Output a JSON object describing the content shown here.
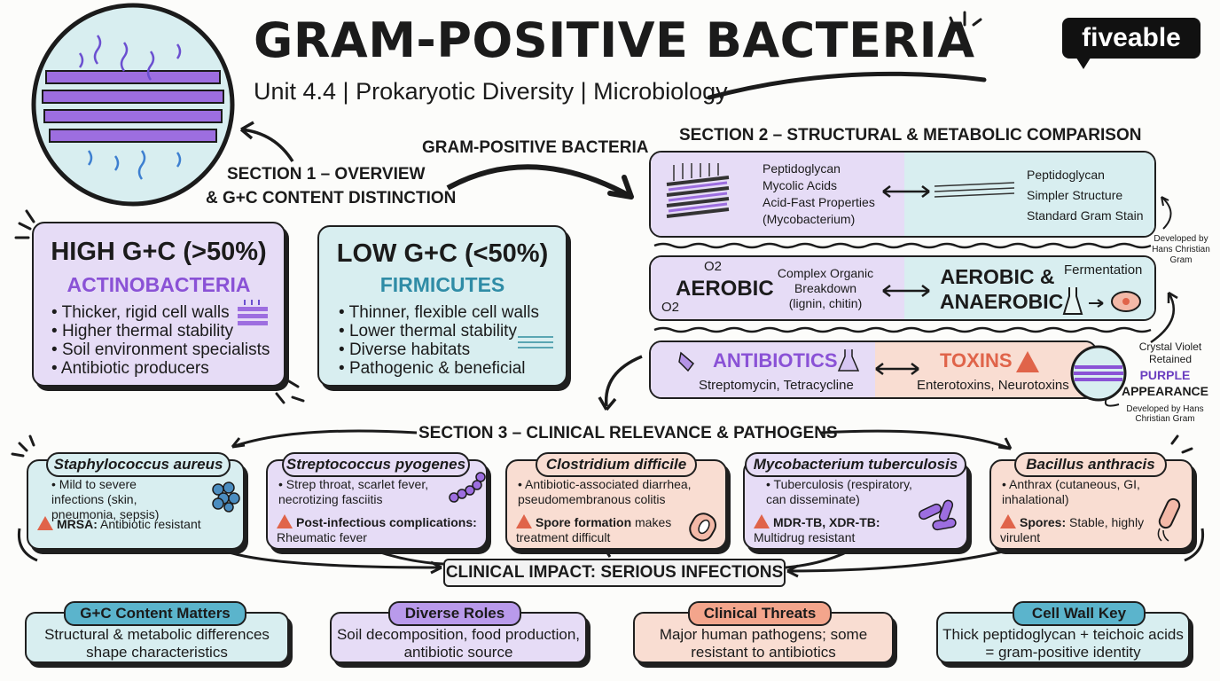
{
  "header": {
    "title": "GRAM-POSITIVE BACTERIA",
    "subtitle": "Unit 4.4 | Prokaryotic Diversity | Microbiology",
    "logo": "fiveable"
  },
  "section1": {
    "title_line1": "SECTION 1 – OVERVIEW",
    "title_line2": "& G+C CONTENT DISTINCTION",
    "arrow_label": "GRAM-POSITIVE BACTERIA",
    "high": {
      "heading": "HIGH G+C (>50%)",
      "group": "ACTINOBACTERIA",
      "items": [
        "Thicker, rigid cell walls",
        "Higher thermal stability",
        "Soil environment specialists",
        "Antibiotic producers"
      ]
    },
    "low": {
      "heading": "LOW G+C (<50%)",
      "group": "FIRMICUTES",
      "items": [
        "Thinner, flexible cell walls",
        "Lower thermal stability",
        "Diverse habitats",
        "Pathogenic & beneficial"
      ]
    }
  },
  "section2": {
    "title": "SECTION 2 – STRUCTURAL & METABOLIC COMPARISON",
    "row1": {
      "left_labels": [
        "Peptidoglycan",
        "Mycolic Acids",
        "Acid-Fast Properties",
        "(Mycobacterium)"
      ],
      "right_labels": [
        "Peptidoglycan",
        "Simpler Structure",
        "Standard Gram Stain"
      ],
      "note": "Developed by Hans Christian Gram"
    },
    "row2": {
      "left_big": "AEROBIC",
      "o2_top": "O2",
      "o2_bottom": "O2",
      "middle": [
        "Complex Organic",
        "Breakdown",
        "(lignin, chitin)"
      ],
      "right_big_1": "AEROBIC &",
      "right_big_2": "ANAEROBIC",
      "right_label": "Fermentation"
    },
    "row3": {
      "left_big": "ANTIBIOTICS",
      "left_sub": "Streptomycin, Tetracycline",
      "right_big": "TOXINS",
      "right_sub": "Enterotoxins, Neurotoxins",
      "stain_label_1": "Crystal Violet",
      "stain_label_2": "Retained",
      "appearance_1": "PURPLE",
      "appearance_2": "APPEARANCE",
      "note": "Developed by Hans Christian Gram"
    }
  },
  "section3": {
    "title": "SECTION 3 – CLINICAL RELEVANCE & PATHOGENS",
    "impact": "CLINICAL IMPACT: SERIOUS INFECTIONS",
    "cards": [
      {
        "name": "Staphylococcus aureus",
        "bullet": "Mild to severe infections (skin, pneumonia, sepsis)",
        "warn_bold": "MRSA:",
        "warn_text": " Antibiotic resistant"
      },
      {
        "name": "Streptococcus pyogenes",
        "bullet": "Strep throat, scarlet fever, necrotizing fasciitis",
        "warn_bold": "Post-infectious complications:",
        "warn_text": " Rheumatic fever"
      },
      {
        "name": "Clostridium difficile",
        "bullet": "Antibiotic-associated diarrhea, pseudomembranous colitis",
        "warn_bold": "Spore formation",
        "warn_text": " makes treatment difficult"
      },
      {
        "name": "Mycobacterium tuberculosis",
        "bullet": "Tuberculosis (respiratory, can disseminate)",
        "warn_bold": "MDR-TB, XDR-TB:",
        "warn_text": " Multidrug resistant"
      },
      {
        "name": "Bacillus anthracis",
        "bullet": "Anthrax (cutaneous, GI, inhalational)",
        "warn_bold": "Spores:",
        "warn_text": " Stable, highly virulent"
      }
    ]
  },
  "summary": [
    {
      "label": "G+C Content Matters",
      "text": "Structural & metabolic differences shape characteristics"
    },
    {
      "label": "Diverse Roles",
      "text": "Soil decomposition, food production, antibiotic source"
    },
    {
      "label": "Clinical Threats",
      "text": "Major human pathogens; some resistant to antibiotics"
    },
    {
      "label": "Cell Wall Key",
      "text": "Thick peptidoglycan + teichoic acids = gram-positive identity"
    }
  ],
  "colors": {
    "purple": "#e6dcf6",
    "teal": "#d8eef0",
    "salmon": "#f9ddd2",
    "accent_purple": "#8a52d6",
    "accent_teal": "#2f8ca6",
    "accent_red": "#e0644a"
  }
}
